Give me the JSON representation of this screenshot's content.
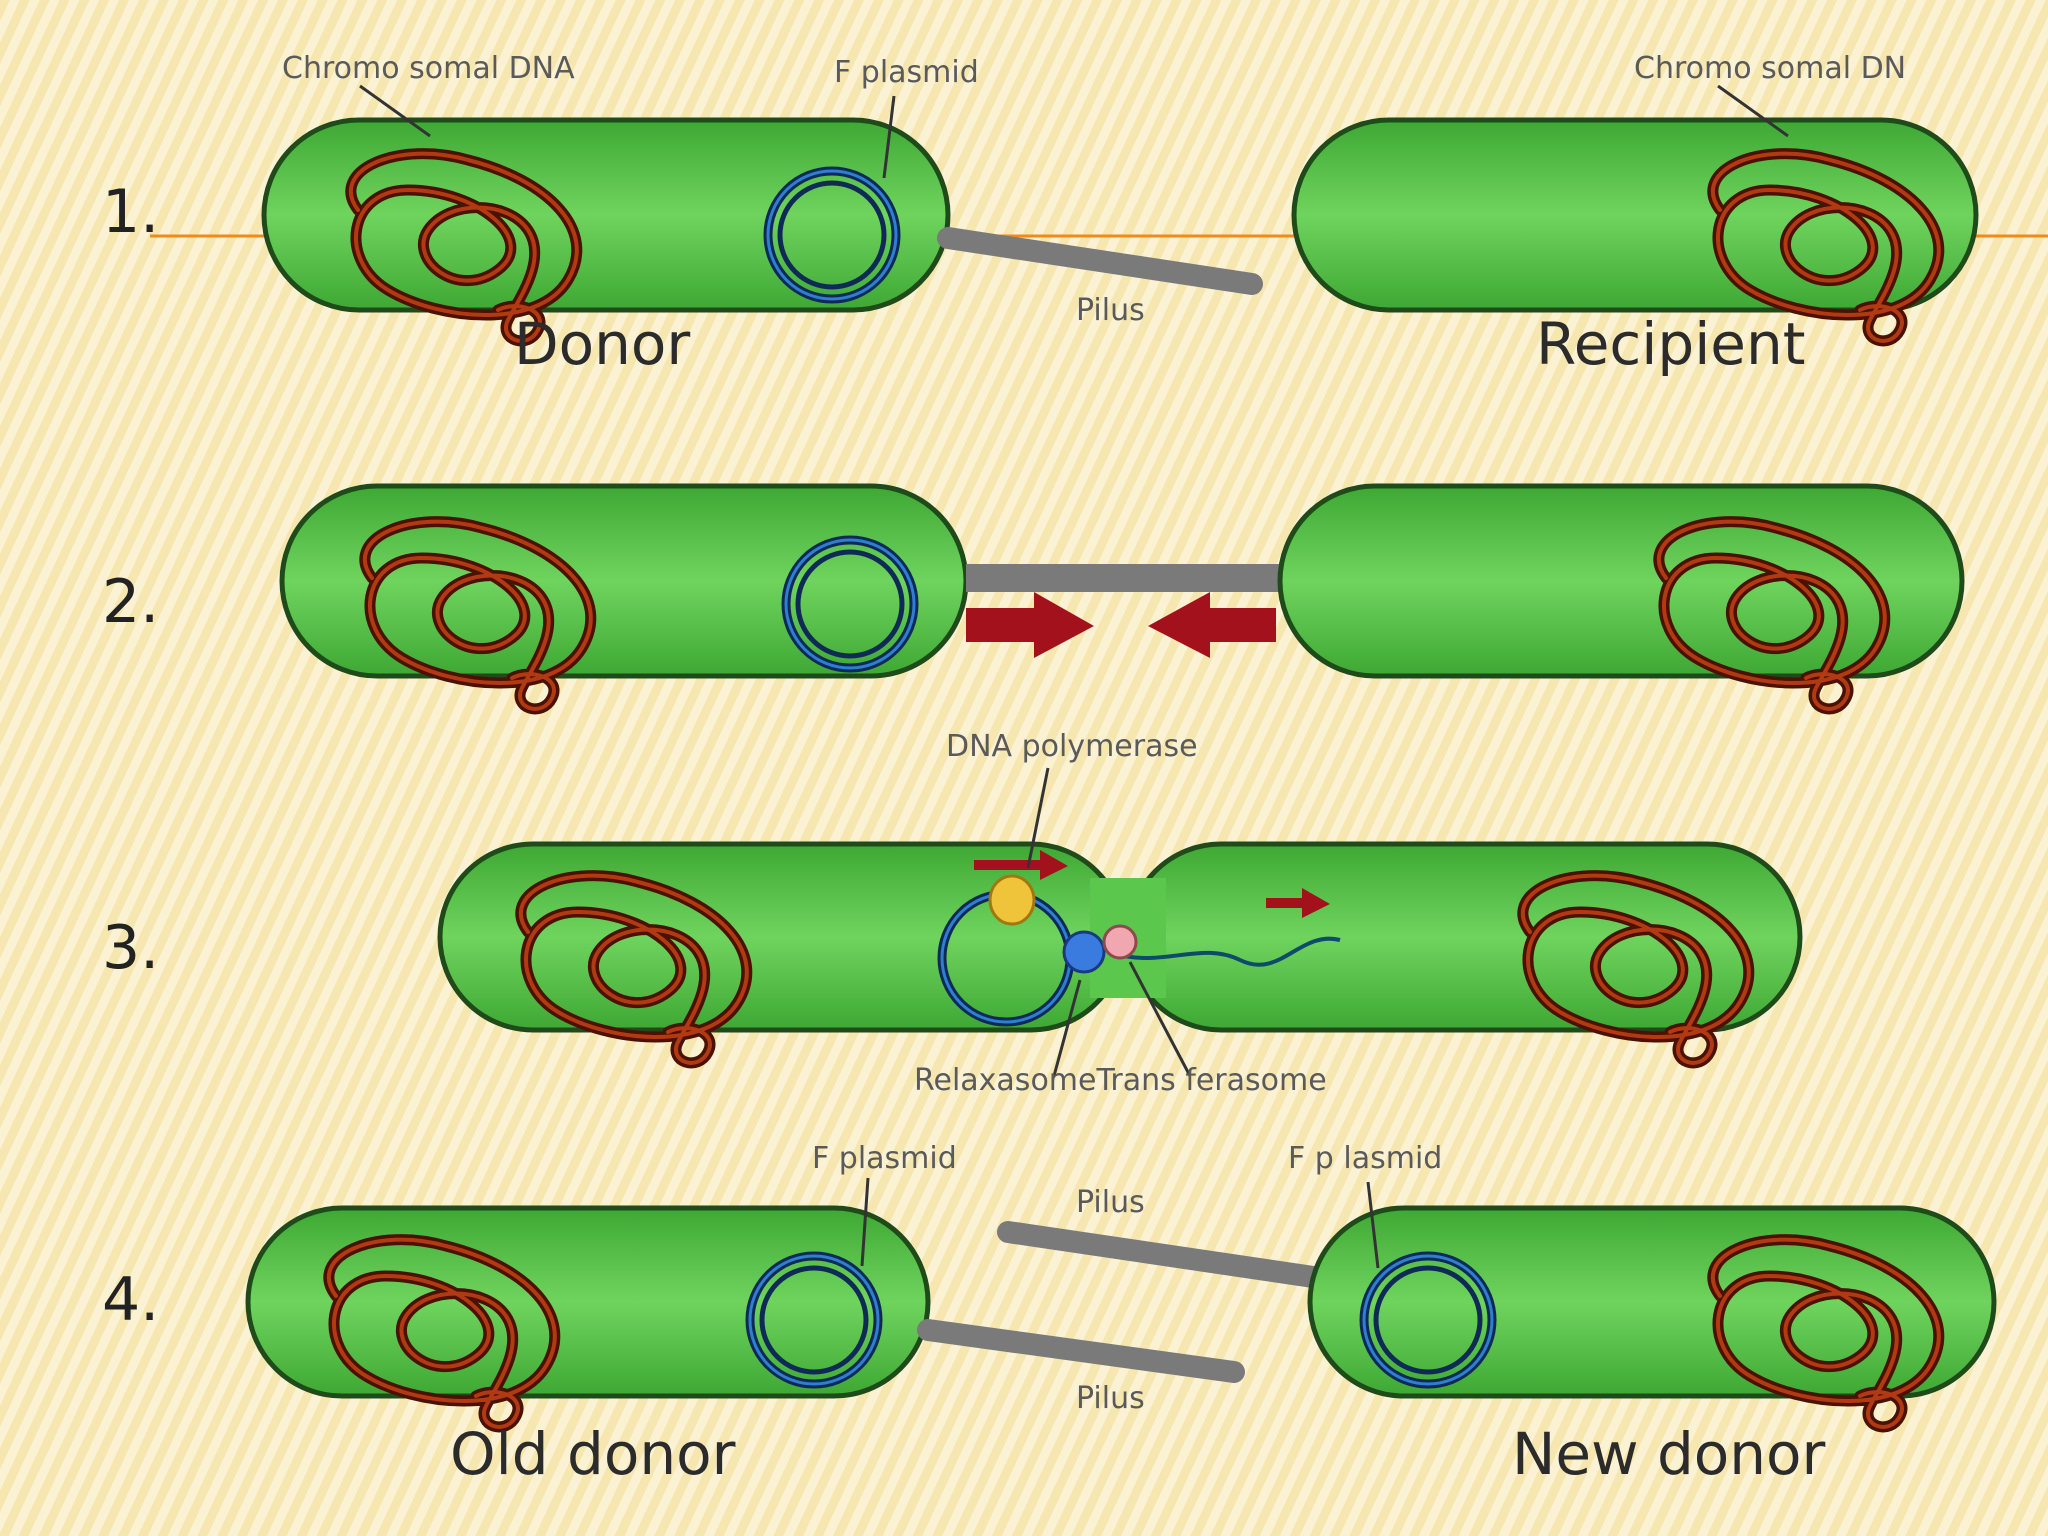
{
  "steps": {
    "one": "1.",
    "two": "2.",
    "three": "3.",
    "four": "4."
  },
  "labels": {
    "chromosomal_dna_left": "Chromo somal DNA",
    "f_plasmid_top": "F plasmid",
    "chromosomal_dna_right": "Chromo somal DN",
    "donor": "Donor",
    "recipient": "Recipient",
    "pilus_step1": "Pilus",
    "dna_polymerase": "DNA polymerase",
    "relaxasome_transferasome": "RelaxasomeTrans ferasome",
    "f_plasmid_old": "F plasmid",
    "f_plasmid_new": "F p lasmid",
    "pilus_step4_top": "Pilus",
    "pilus_step4_bottom": "Pilus",
    "old_donor": "Old donor",
    "new_donor": "New donor"
  },
  "colors": {
    "cell_fill": "#4fb843",
    "cell_outline": "#1f4a1a",
    "chromosome": "#8b2a0c",
    "plasmid": "#1f5fa8",
    "pilus": "#7a7a7a",
    "arrow": "#a3121c",
    "accent_line": "#f08a1c"
  }
}
